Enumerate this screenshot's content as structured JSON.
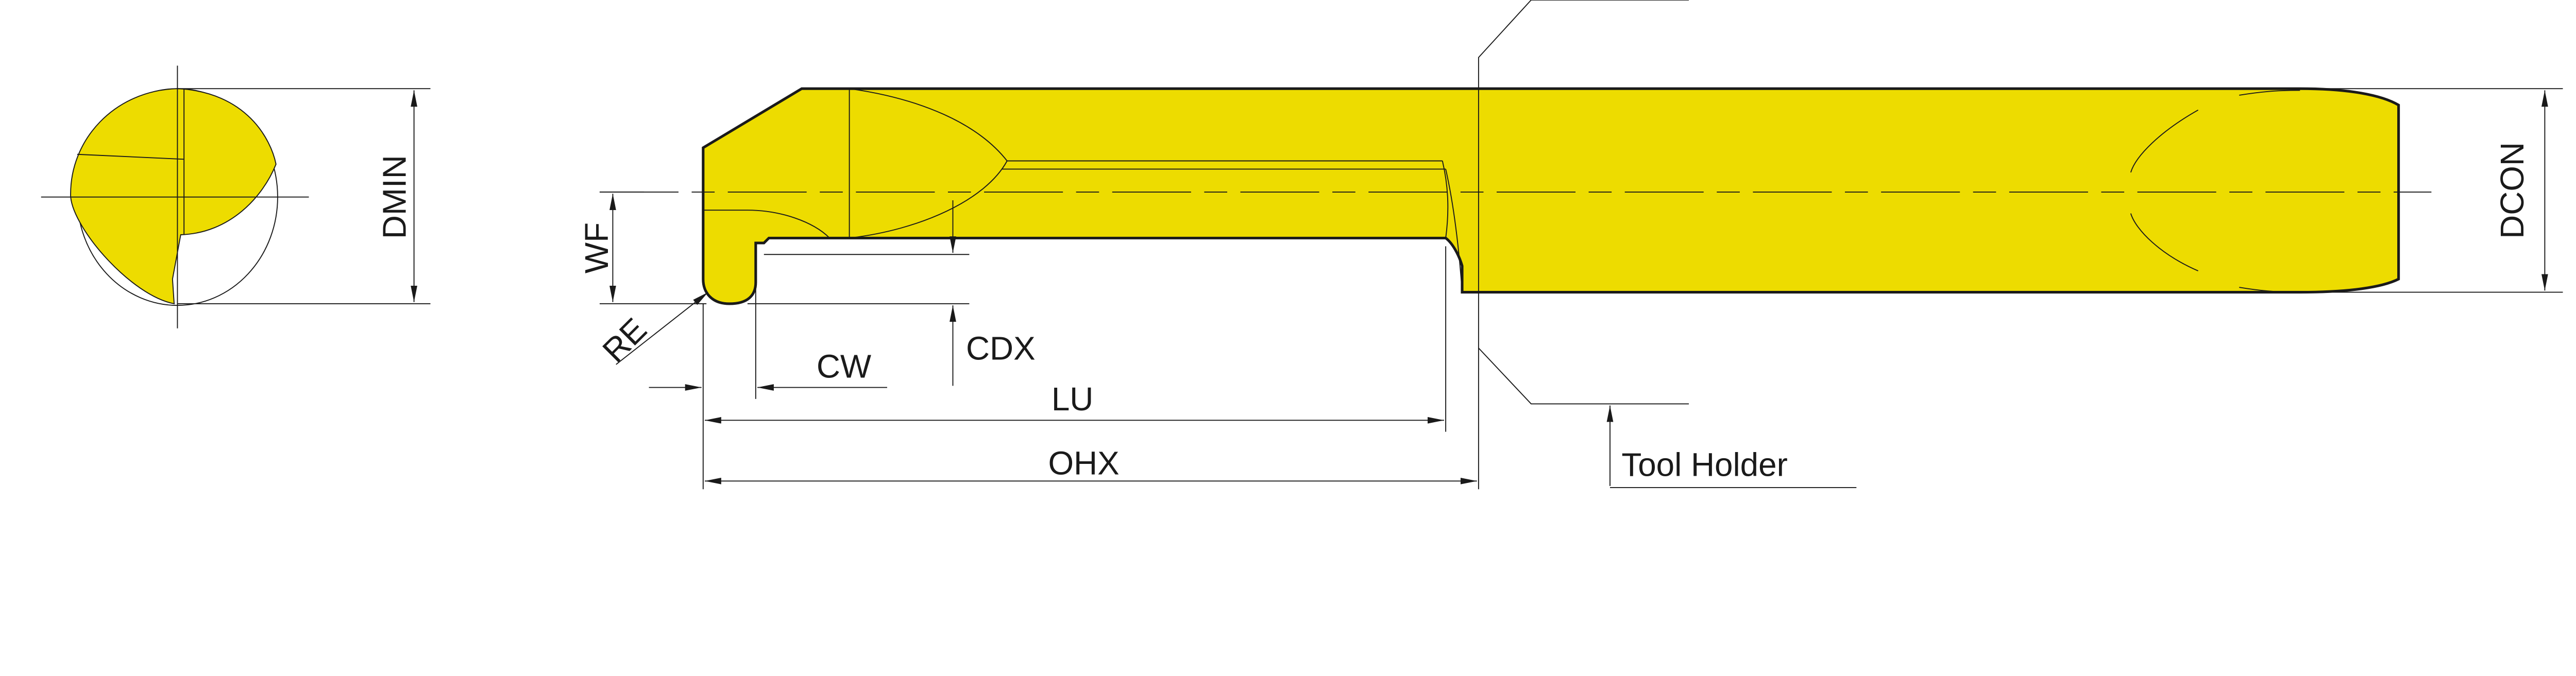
{
  "labels": {
    "dmin": "DMIN",
    "wf": "WF",
    "re": "RE",
    "cw": "CW",
    "cdx": "CDX",
    "lu": "LU",
    "ohx": "OHX",
    "dcon": "DCON",
    "tool_holder": "Tool Holder"
  },
  "colors": {
    "tool_fill": "#EDDC00",
    "line": "#1a1a1a",
    "background": "#FFFFFF"
  }
}
